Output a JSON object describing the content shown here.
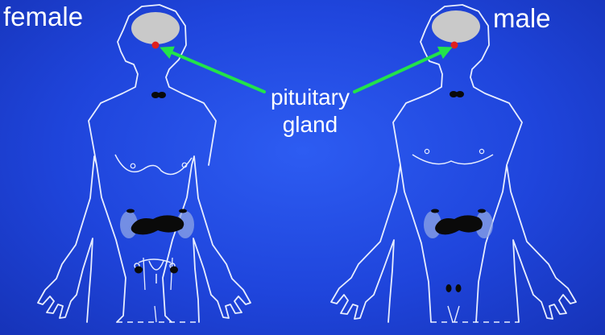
{
  "labels": {
    "female": "female",
    "male": "male",
    "gland_line1": "pituitary",
    "gland_line2": "gland"
  },
  "colors": {
    "background": "#1f45dc",
    "outline": "#e8eeff",
    "brain": "#c9c9c9",
    "pituitary": "#e0201c",
    "arrow": "#22e34a",
    "organ_dark": "#0a0a0a",
    "organ_light": "#8fa6e6"
  }
}
